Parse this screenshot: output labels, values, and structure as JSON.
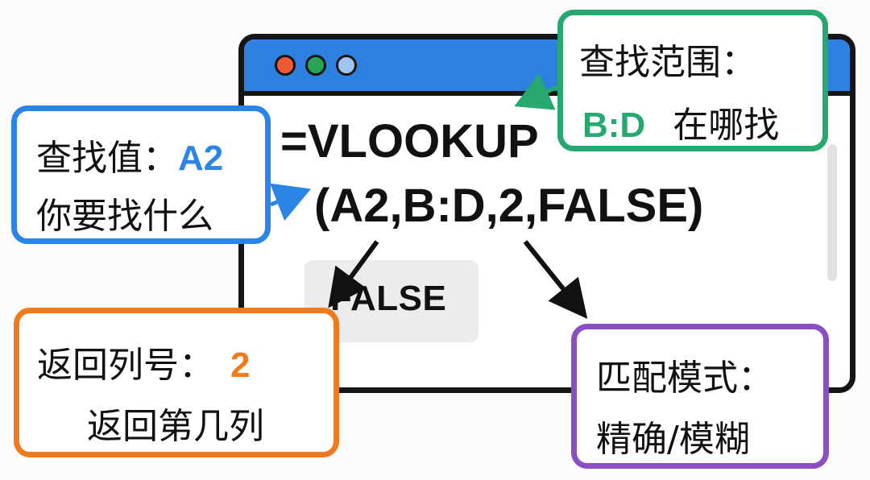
{
  "window": {
    "controls": [
      {
        "name": "close",
        "color": "#ef5a35"
      },
      {
        "name": "minimize",
        "color": "#27a556"
      },
      {
        "name": "maximize",
        "color": "#9ec5f1"
      }
    ],
    "formula_line1": "=VLOOKUP",
    "formula_line2": "(A2,B:D,2,FALSE)",
    "result_label": "FALSE"
  },
  "callouts": {
    "lookup_value": {
      "title": "查找值：",
      "value": "A2",
      "desc": "你要找什么",
      "color": "#2b85e6"
    },
    "table_range": {
      "title": "查找范围：",
      "value": "B:D",
      "desc": "在哪找",
      "color": "#26a86f"
    },
    "col_index": {
      "title": "返回列号：",
      "value": "2",
      "desc": "返回第几列",
      "color": "#f07a1e"
    },
    "match_mode": {
      "title": "匹配模式：",
      "desc": "精确/模糊",
      "color": "#8a4fc0"
    }
  }
}
